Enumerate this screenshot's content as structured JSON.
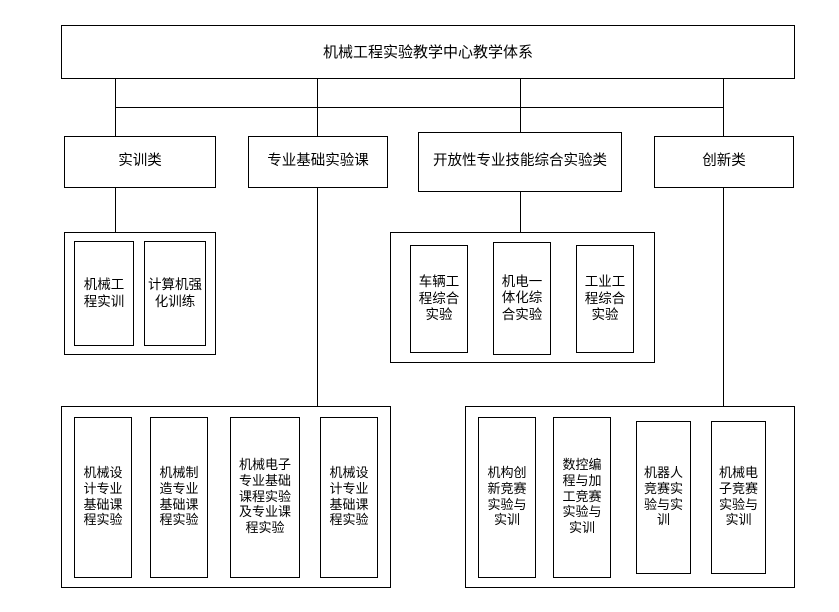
{
  "diagram": {
    "title": "机械工程实验教学中心教学体系",
    "categories": [
      {
        "id": "training",
        "label": "实训类"
      },
      {
        "id": "major-basic-lab",
        "label": "专业基础实验课"
      },
      {
        "id": "open-skill",
        "label": "开放性专业技能综合实验类"
      },
      {
        "id": "innovation",
        "label": "创新类"
      }
    ],
    "groups": {
      "training_items": [
        {
          "label": "机械工程实训"
        },
        {
          "label": "计算机强化训练"
        }
      ],
      "open_skill_items": [
        {
          "label": "车辆工程综合实验"
        },
        {
          "label": "机电一体化综合实验"
        },
        {
          "label": "工业工程综合实验"
        }
      ],
      "major_basic_items": [
        {
          "label": "机械设计专业基础课程实验"
        },
        {
          "label": "机械制造专业基础课程实验"
        },
        {
          "label": "机械电子专业基础课程实验及专业课程实验"
        },
        {
          "label": "机械设计专业基础课程实验"
        }
      ],
      "innovation_items": [
        {
          "label": "机构创新竞赛实验与实训"
        },
        {
          "label": "数控编程与加工竞赛实验与实训"
        },
        {
          "label": "机器人竞赛实验与实训"
        },
        {
          "label": "机械电子竞赛实验与实训"
        }
      ]
    },
    "colors": {
      "line": "#000000",
      "background": "#ffffff",
      "text": "#000000"
    }
  }
}
